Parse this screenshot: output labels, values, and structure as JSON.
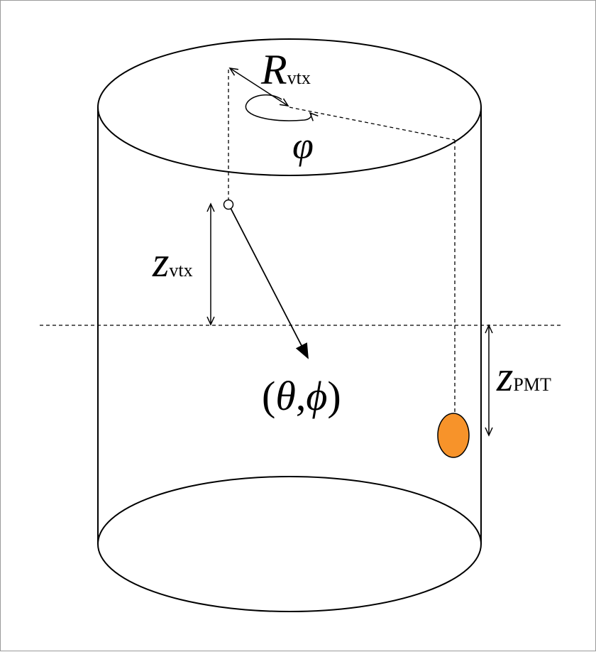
{
  "labels": {
    "r_vtx_main": "R",
    "r_vtx_sub": "vtx",
    "phi_angle": "φ",
    "z_vtx_main": "z",
    "z_vtx_sub": "vtx",
    "z_pmt_main": "z",
    "z_pmt_sub": "PMT",
    "direction_open": "(",
    "direction_theta": "θ",
    "direction_comma": ",",
    "direction_phi": "ϕ",
    "direction_close": ")"
  },
  "colors": {
    "pmt_fill": "#f7932a",
    "stroke": "#000000"
  }
}
